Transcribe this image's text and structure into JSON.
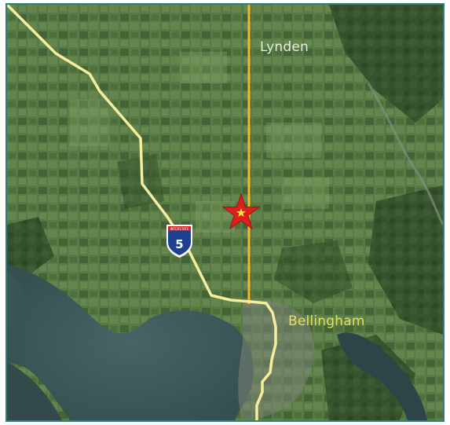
{
  "map": {
    "places": [
      {
        "name": "Lynden",
        "color": "#e6ece0"
      },
      {
        "name": "Bellingham",
        "color": "#e4e05a"
      }
    ],
    "highway": {
      "shield_number": "5",
      "shield_header": "INTERSTATE",
      "route_color": "#f5eea0"
    },
    "road": {
      "color": "#f5b82a"
    },
    "marker": {
      "icon": "star-icon",
      "fill": "#d9201c",
      "center": "#f6e83a"
    },
    "colors": {
      "frame": "#2f7f7f",
      "land": "#4c6a3c",
      "water": "#3f5a5c"
    }
  }
}
